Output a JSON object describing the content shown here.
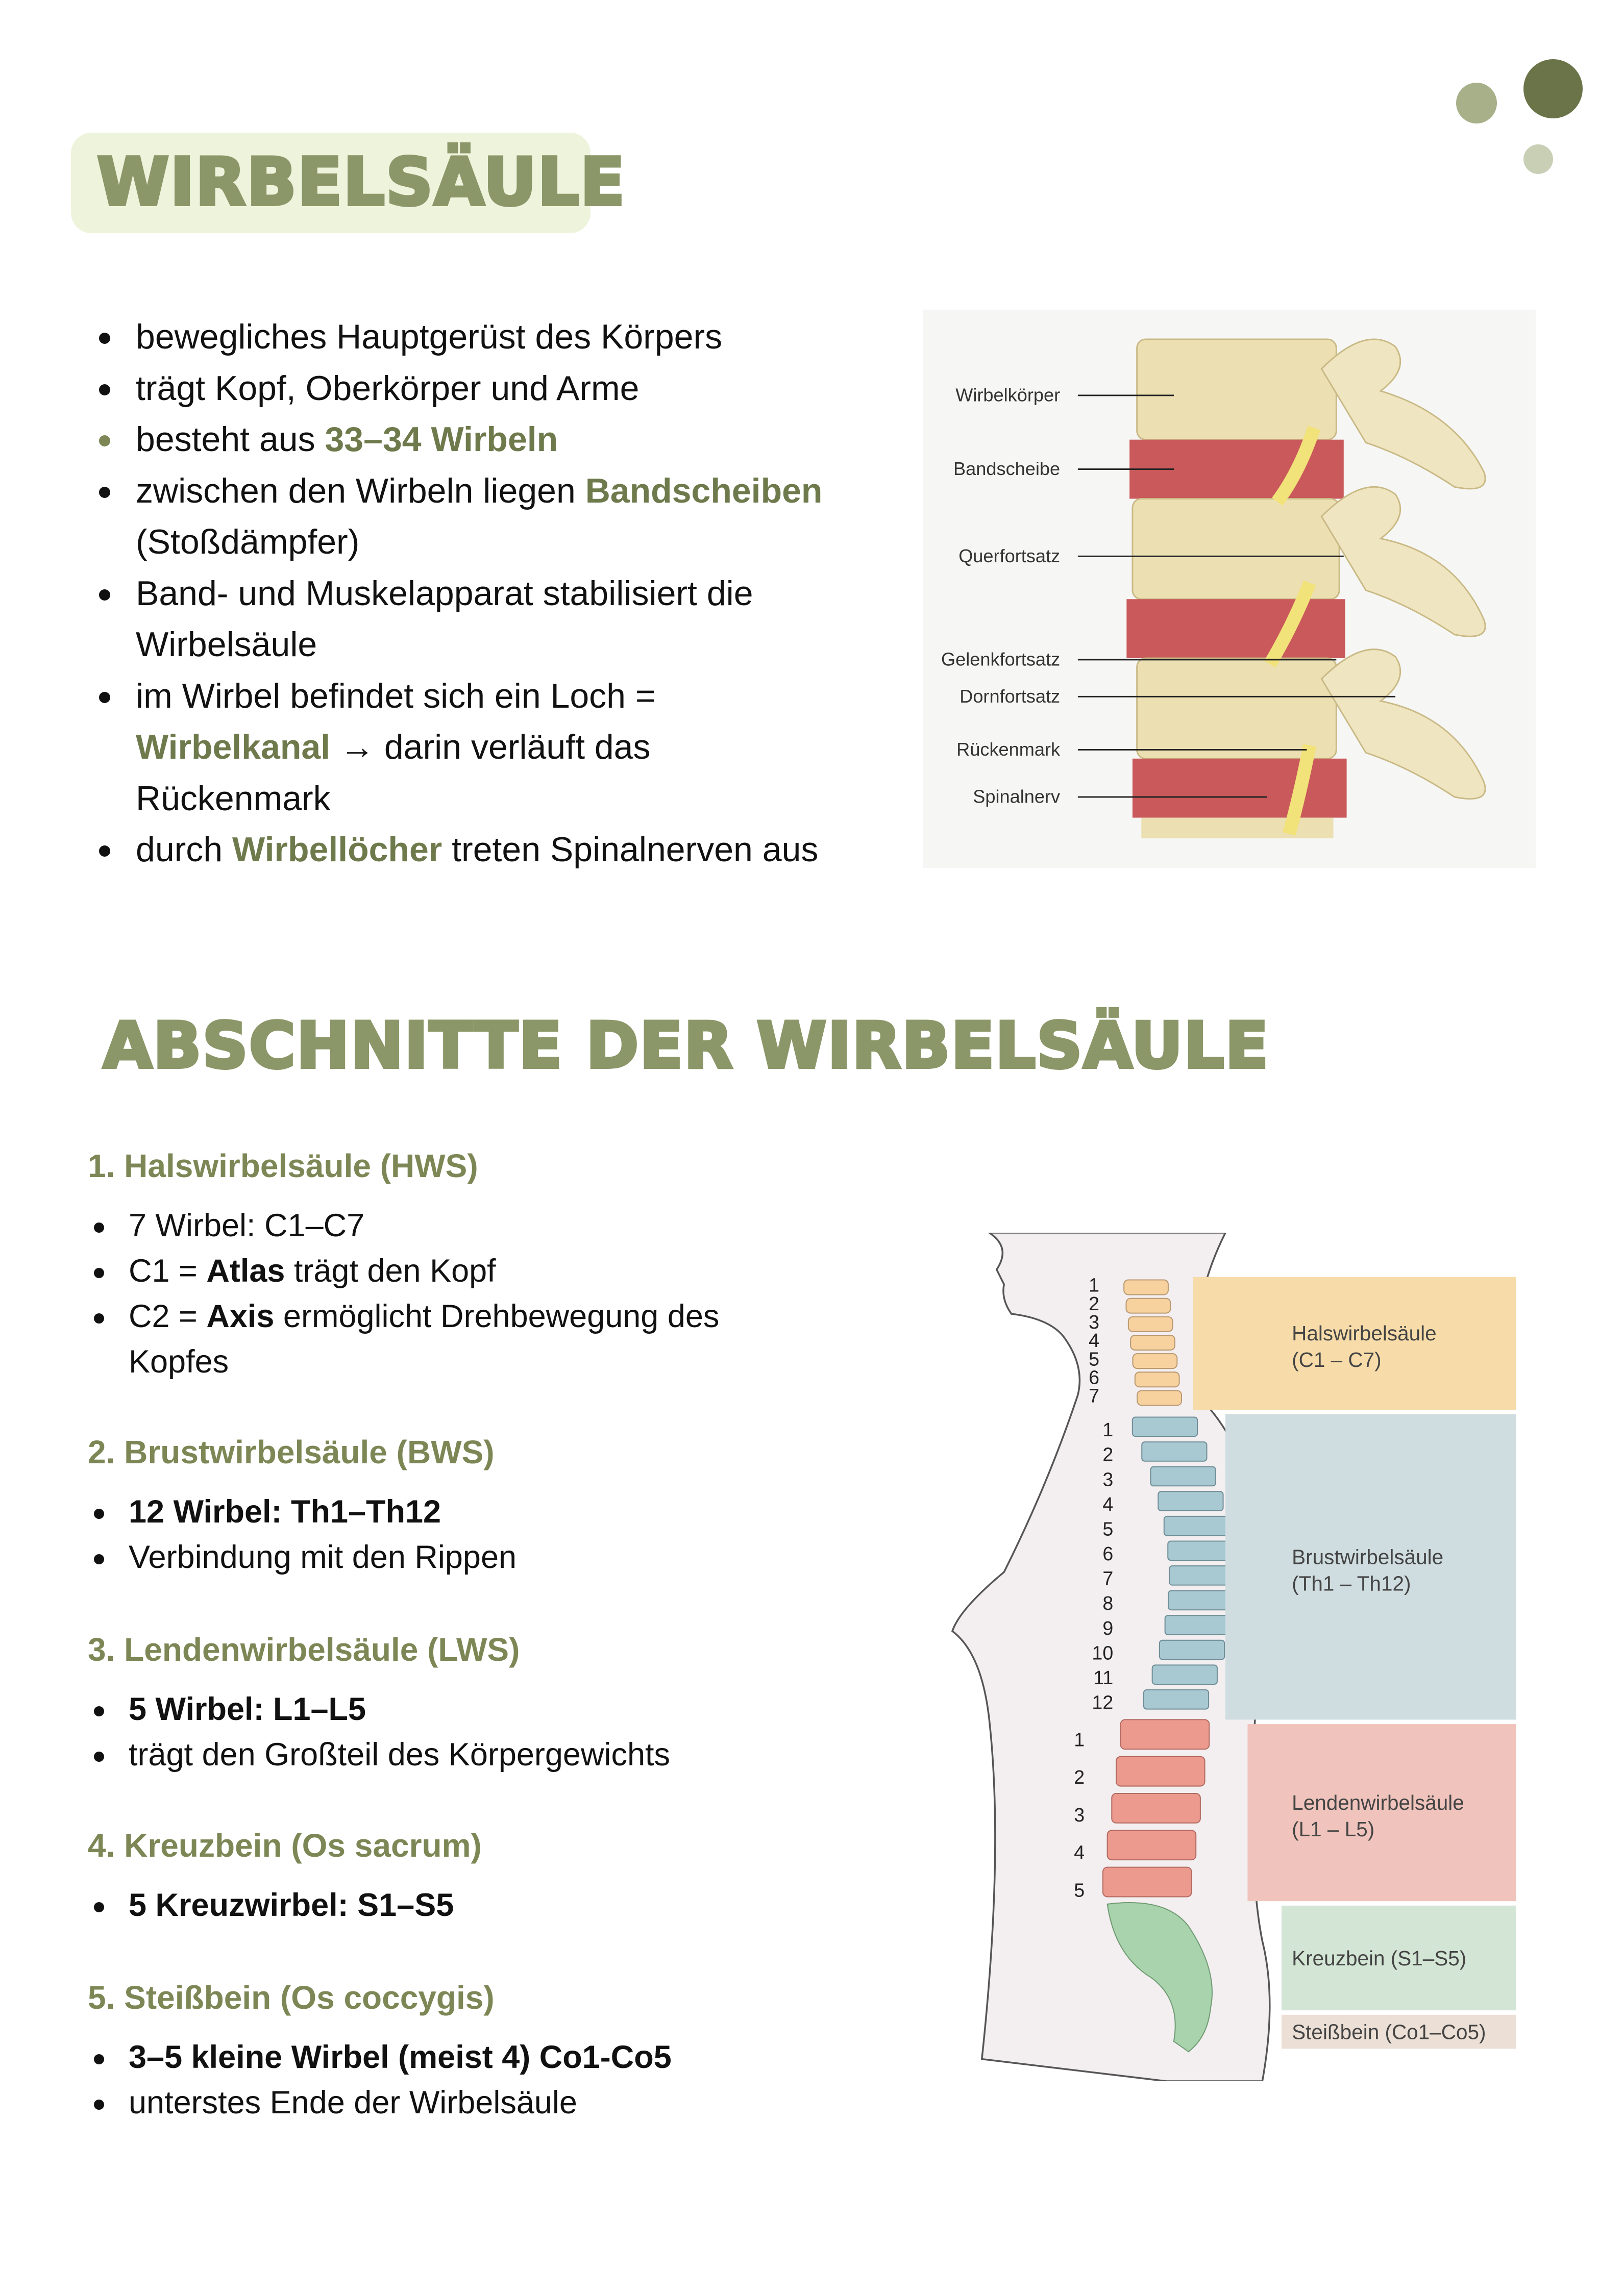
{
  "colors": {
    "accent": "#6e7a4c",
    "heading": "#8b9768",
    "title_bg": "#eef3dc",
    "dot_dark": "#6b7448",
    "dot_mid": "#a8b08a",
    "dot_light": "#c9cfb5"
  },
  "title": "WIRBELSÄULE",
  "intro": {
    "items": [
      {
        "lines": [
          [
            {
              "t": "bewegliches Hauptgerüst des Körpers"
            }
          ]
        ]
      },
      {
        "lines": [
          [
            {
              "t": "trägt Kopf, Oberkörper und Arme"
            }
          ]
        ]
      },
      {
        "lines": [
          [
            {
              "t": "besteht aus "
            },
            {
              "t": "33–34 Wirbeln",
              "b": true
            }
          ]
        ]
      },
      {
        "lines": [
          [
            {
              "t": "zwischen den Wirbeln liegen "
            },
            {
              "t": "Bandscheiben",
              "b": true
            }
          ],
          [
            {
              "t": "(Stoßdämpfer)"
            }
          ]
        ]
      },
      {
        "lines": [
          [
            {
              "t": "Band- und Muskelapparat stabilisiert die"
            }
          ],
          [
            {
              "t": "Wirbelsäule"
            }
          ]
        ]
      },
      {
        "lines": [
          [
            {
              "t": "im Wirbel befindet sich ein Loch ="
            }
          ],
          [
            {
              "t": "Wirbelkanal",
              "b": true
            },
            {
              "t": " → darin verläuft das"
            }
          ],
          [
            {
              "t": "Rückenmark"
            }
          ]
        ]
      },
      {
        "lines": [
          [
            {
              "t": "durch "
            },
            {
              "t": "Wirbellöcher",
              "b": true
            },
            {
              "t": " treten Spinalnerven aus"
            }
          ]
        ]
      }
    ]
  },
  "diagram1": {
    "labels": [
      "Wirbelkörper",
      "Bandscheibe",
      "Querfortsatz",
      "Gelenkfortsatz",
      "Dornfortsatz",
      "Rückenmark",
      "Spinalnerv"
    ]
  },
  "sections_title": "ABSCHNITTE DER WIRBELSÄULE",
  "sections": [
    {
      "heading": "1. Halswirbelsäule (HWS)",
      "items": [
        {
          "lines": [
            [
              {
                "t": "7 Wirbel: C1–C7"
              }
            ]
          ]
        },
        {
          "lines": [
            [
              {
                "t": "C1 = "
              },
              {
                "t": "Atlas",
                "b": true
              },
              {
                "t": " trägt den Kopf"
              }
            ]
          ]
        },
        {
          "lines": [
            [
              {
                "t": "C2 = "
              },
              {
                "t": "Axis",
                "b": true
              },
              {
                "t": " ermöglicht Drehbewegung des"
              }
            ],
            [
              {
                "t": "Kopfes"
              }
            ]
          ]
        }
      ]
    },
    {
      "heading": "2. Brustwirbelsäule (BWS)",
      "items": [
        {
          "lines": [
            [
              {
                "t": "12 Wirbel: Th1–Th12",
                "b": true
              }
            ]
          ]
        },
        {
          "lines": [
            [
              {
                "t": "Verbindung mit den Rippen"
              }
            ]
          ]
        }
      ]
    },
    {
      "heading": "3. Lendenwirbelsäule (LWS)",
      "items": [
        {
          "lines": [
            [
              {
                "t": "5 Wirbel: L1–L5",
                "b": true
              }
            ]
          ]
        },
        {
          "lines": [
            [
              {
                "t": "trägt den Großteil des Körpergewichts"
              }
            ]
          ]
        }
      ]
    },
    {
      "heading": "4. Kreuzbein (Os sacrum)",
      "items": [
        {
          "lines": [
            [
              {
                "t": "5 Kreuzwirbel: S1–S5",
                "b": true
              }
            ]
          ]
        }
      ]
    },
    {
      "heading": "5. Steißbein (Os coccygis)",
      "items": [
        {
          "lines": [
            [
              {
                "t": "3–5 kleine Wirbel (meist 4) Co1-Co5",
                "b": true
              }
            ]
          ]
        },
        {
          "lines": [
            [
              {
                "t": "unterstes Ende der Wirbelsäule"
              }
            ]
          ]
        }
      ]
    }
  ],
  "diagram2": {
    "regions": [
      {
        "name": "Halswirbelsäule",
        "range": "(C1 – C7)",
        "color": "#f7dcaa"
      },
      {
        "name": "Brustwirbelsäule",
        "range": "(Th1 – Th12)",
        "color": "#cfdde0"
      },
      {
        "name": "Lendenwirbelsäule",
        "range": "(L1 – L5)",
        "color": "#f0c4bc"
      },
      {
        "name": "Kreuzbein (S1–S5)",
        "range": "",
        "color": "#d3e5d4"
      },
      {
        "name": "Steißbein (Co1–Co5)",
        "range": "",
        "color": "#ecdfd5"
      }
    ],
    "cervical_numbers": [
      "1",
      "2",
      "3",
      "4",
      "5",
      "6",
      "7"
    ],
    "thoracic_numbers": [
      "1",
      "2",
      "3",
      "4",
      "5",
      "6",
      "7",
      "8",
      "9",
      "10",
      "11",
      "12"
    ],
    "lumbar_numbers": [
      "1",
      "2",
      "3",
      "4",
      "5"
    ]
  }
}
